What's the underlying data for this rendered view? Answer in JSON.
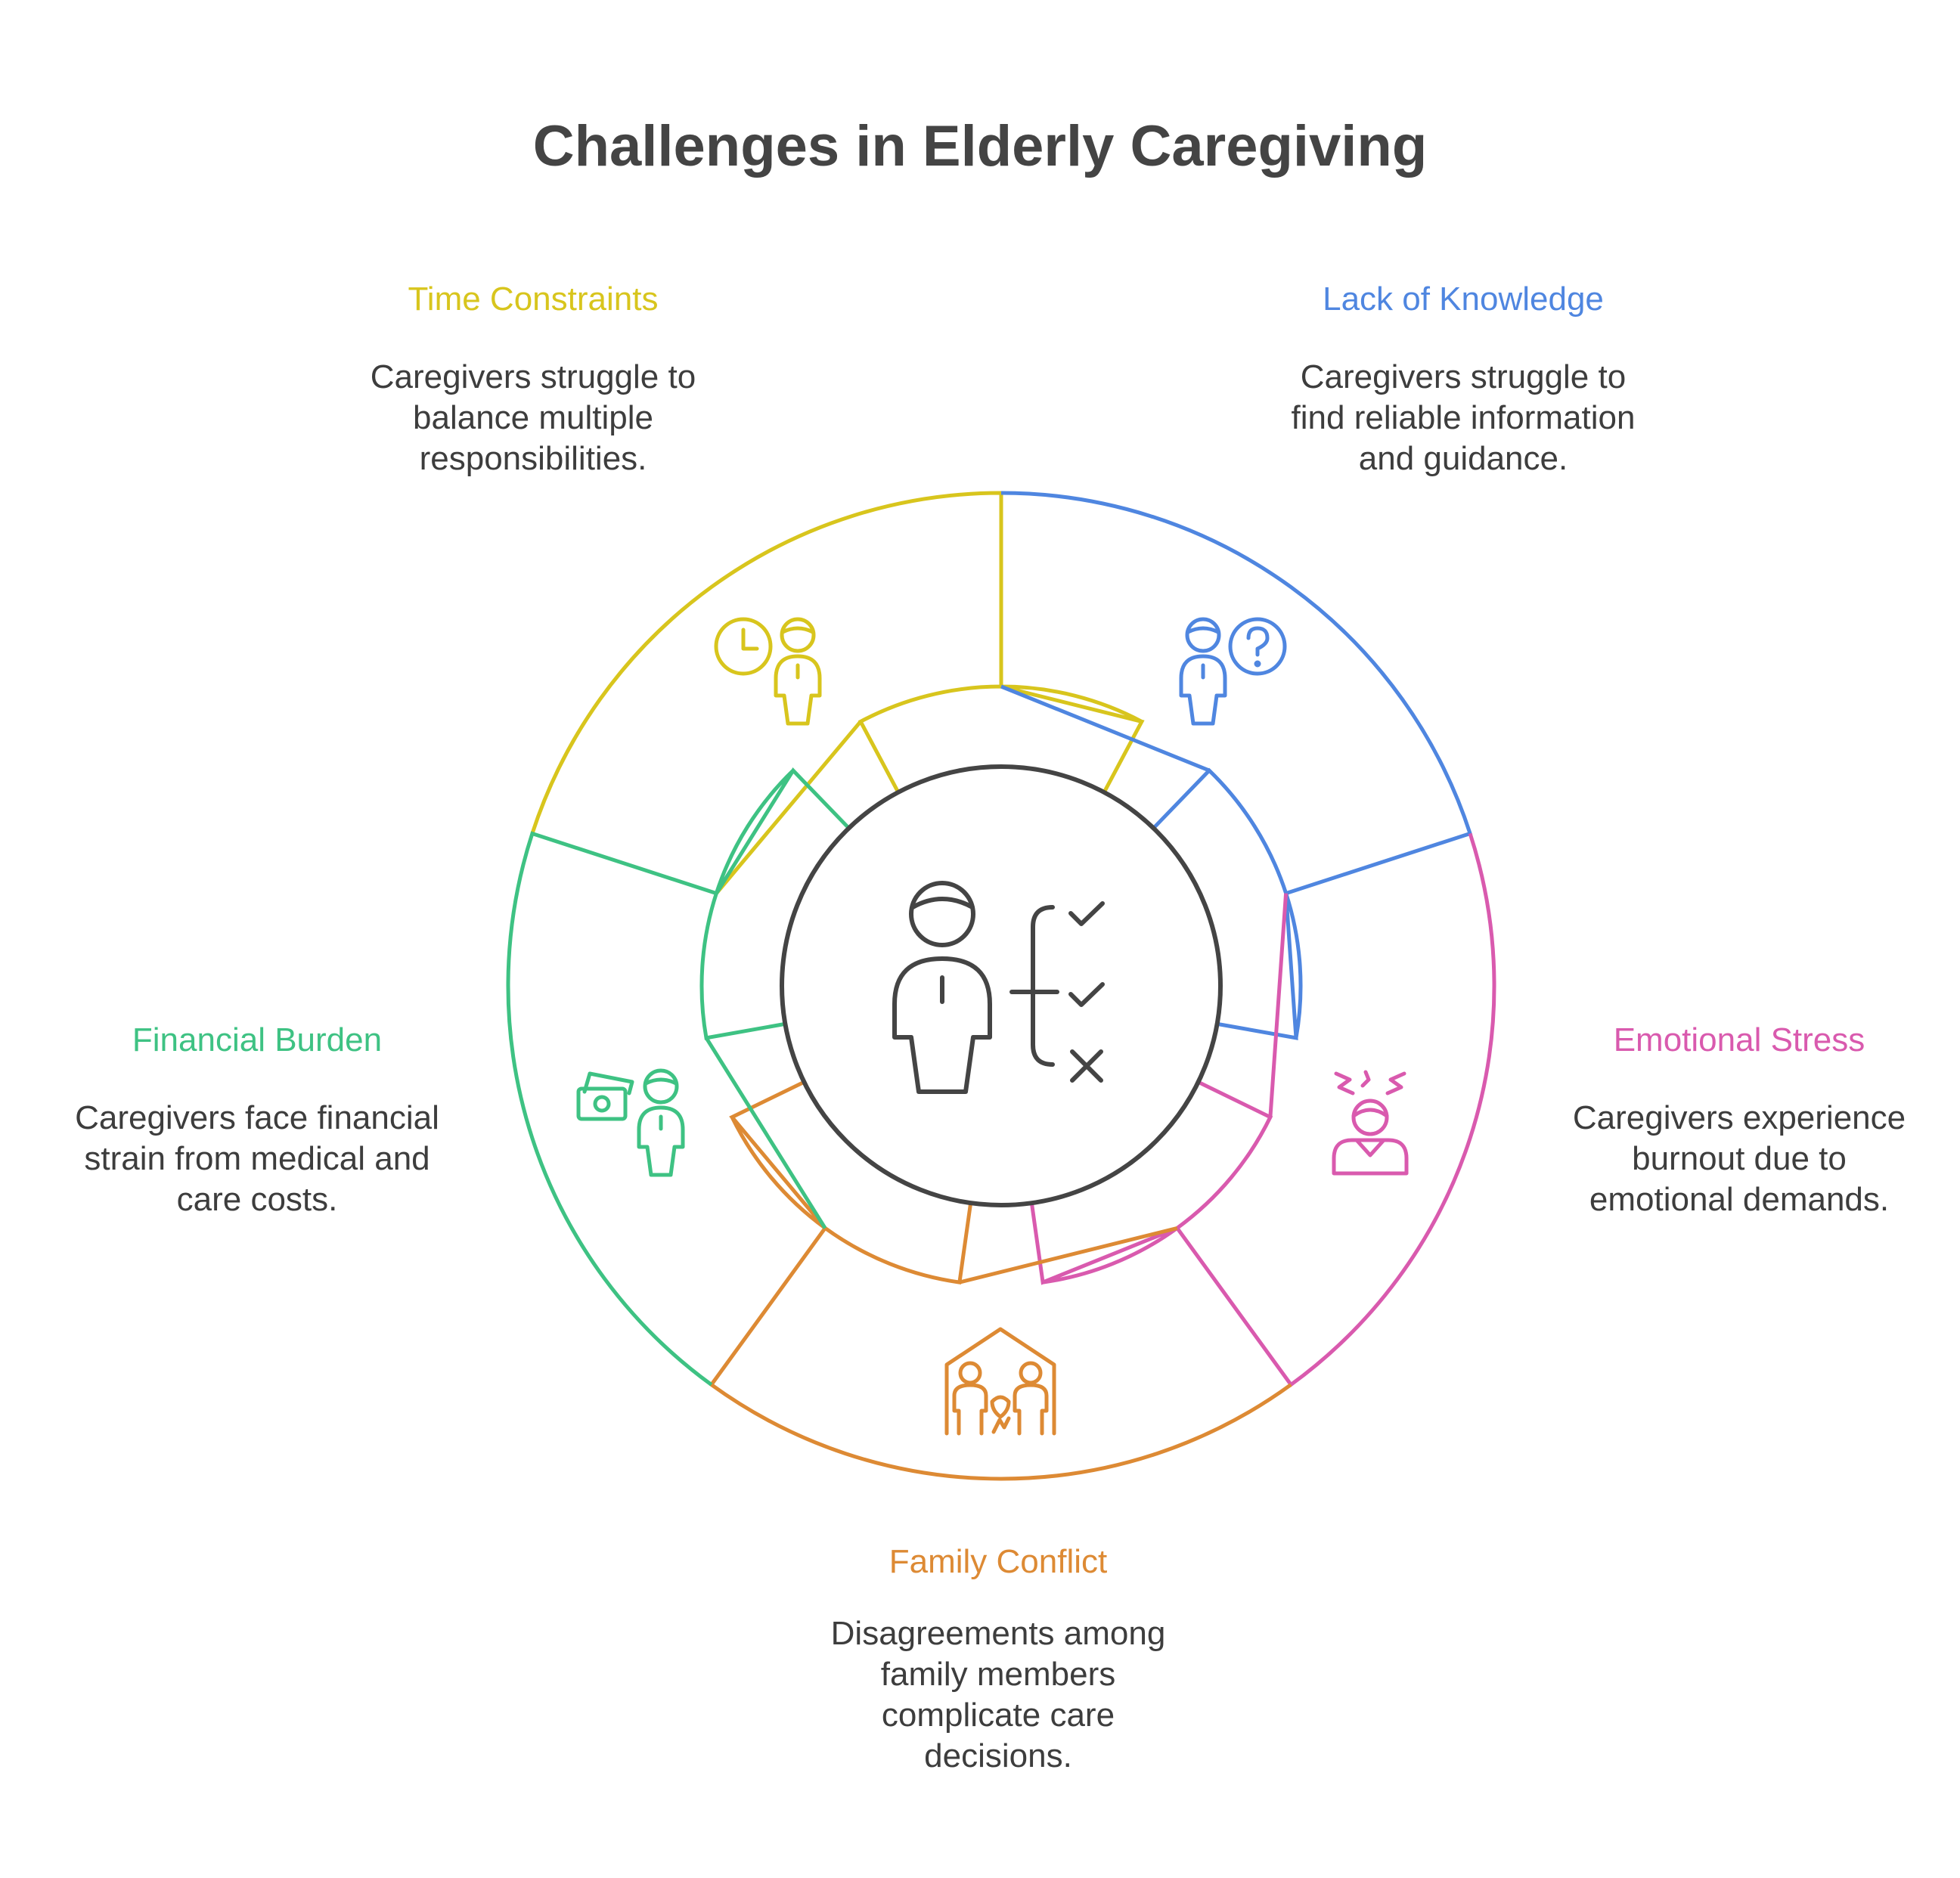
{
  "title": "Challenges in Elderly Caregiving",
  "segments": [
    {
      "key": "time",
      "label": "Time Constraints",
      "color": "#D8C51D",
      "icon": "clock-person-icon",
      "desc_lines": [
        "Caregivers struggle to",
        "balance multiple",
        "responsibilities."
      ]
    },
    {
      "key": "knowledge",
      "label": "Lack of Knowledge",
      "color": "#4F86E0",
      "icon": "question-person-icon",
      "desc_lines": [
        "Caregivers struggle to",
        "find reliable information",
        "and guidance."
      ]
    },
    {
      "key": "emotional",
      "label": "Emotional Stress",
      "color": "#D95AAE",
      "icon": "stressed-person-icon",
      "desc_lines": [
        "Caregivers experience",
        "burnout due to",
        "emotional demands."
      ]
    },
    {
      "key": "family",
      "label": "Family Conflict",
      "color": "#DD8A34",
      "icon": "family-house-icon",
      "desc_lines": [
        "Disagreements among",
        "family members",
        "complicate care",
        "decisions."
      ]
    },
    {
      "key": "financial",
      "label": "Financial Burden",
      "color": "#3EC283",
      "icon": "money-person-icon",
      "desc_lines": [
        "Caregivers face financial",
        "strain from medical and",
        "care costs."
      ]
    }
  ],
  "center_icon": "caregiver-checklist-icon",
  "center_color": "#444444"
}
